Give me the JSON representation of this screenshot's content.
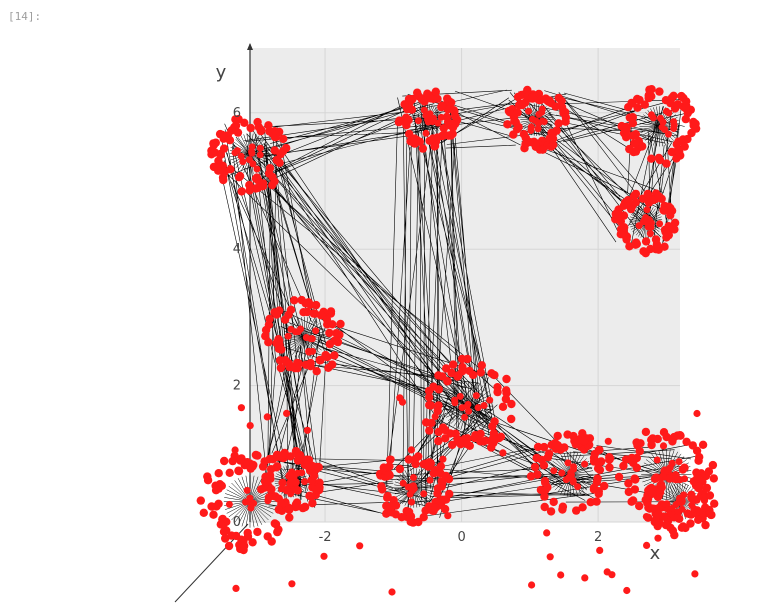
{
  "cell": {
    "prompt": "[14]:"
  },
  "colors": {
    "node": "#ff1a1a",
    "edge": "#000000",
    "pane": "#ececec",
    "grid": "#d6d6d6"
  },
  "chart_data": {
    "type": "network-3d",
    "xlabel": "x",
    "ylabel": "y",
    "x_ticks": [
      "-2",
      "0",
      "2"
    ],
    "y_ticks": [
      "0",
      "2",
      "4",
      "6"
    ],
    "clusters": [
      {
        "x": -3.1,
        "y": 5.4
      },
      {
        "x": -0.5,
        "y": 5.9
      },
      {
        "x": 1.1,
        "y": 5.9
      },
      {
        "x": 2.9,
        "y": 5.8
      },
      {
        "x": 2.7,
        "y": 4.4
      },
      {
        "x": -2.3,
        "y": 2.7
      },
      {
        "x": 0.1,
        "y": 1.7
      },
      {
        "x": -2.5,
        "y": 0.6
      },
      {
        "x": -0.7,
        "y": 0.5
      },
      {
        "x": 1.6,
        "y": 0.7
      },
      {
        "x": 3.0,
        "y": 0.7
      },
      {
        "x": -3.1,
        "y": 0.3
      },
      {
        "x": 3.2,
        "y": 0.3
      }
    ],
    "links": [
      [
        0,
        1
      ],
      [
        0,
        5
      ],
      [
        0,
        6
      ],
      [
        1,
        2
      ],
      [
        1,
        6
      ],
      [
        2,
        3
      ],
      [
        2,
        4
      ],
      [
        3,
        4
      ],
      [
        5,
        6
      ],
      [
        5,
        7
      ],
      [
        6,
        8
      ],
      [
        6,
        9
      ],
      [
        7,
        8
      ],
      [
        8,
        9
      ],
      [
        9,
        10
      ],
      [
        0,
        7
      ],
      [
        1,
        8
      ]
    ]
  }
}
